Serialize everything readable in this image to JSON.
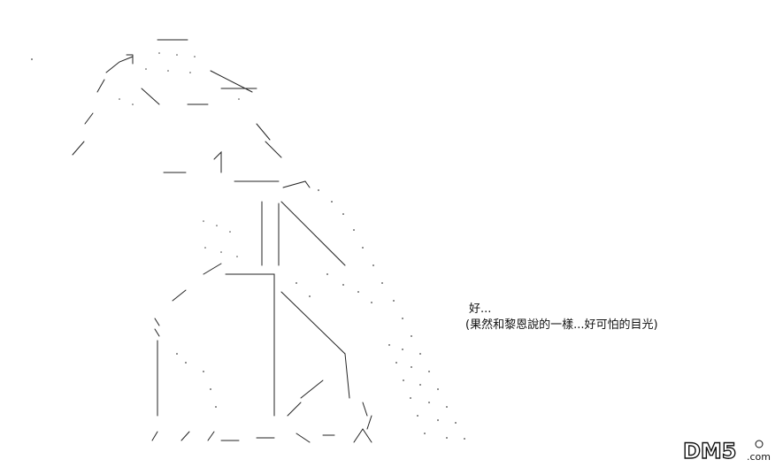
{
  "dialogue": {
    "line1": "好...",
    "line2": "(果然和黎恩說的一樣...好可怕的目光)"
  },
  "watermark": {
    "brand": "DM5",
    "suffix": ".com"
  },
  "colors": {
    "ink": "#111111",
    "light_ink": "#555555",
    "background": "#ffffff"
  }
}
